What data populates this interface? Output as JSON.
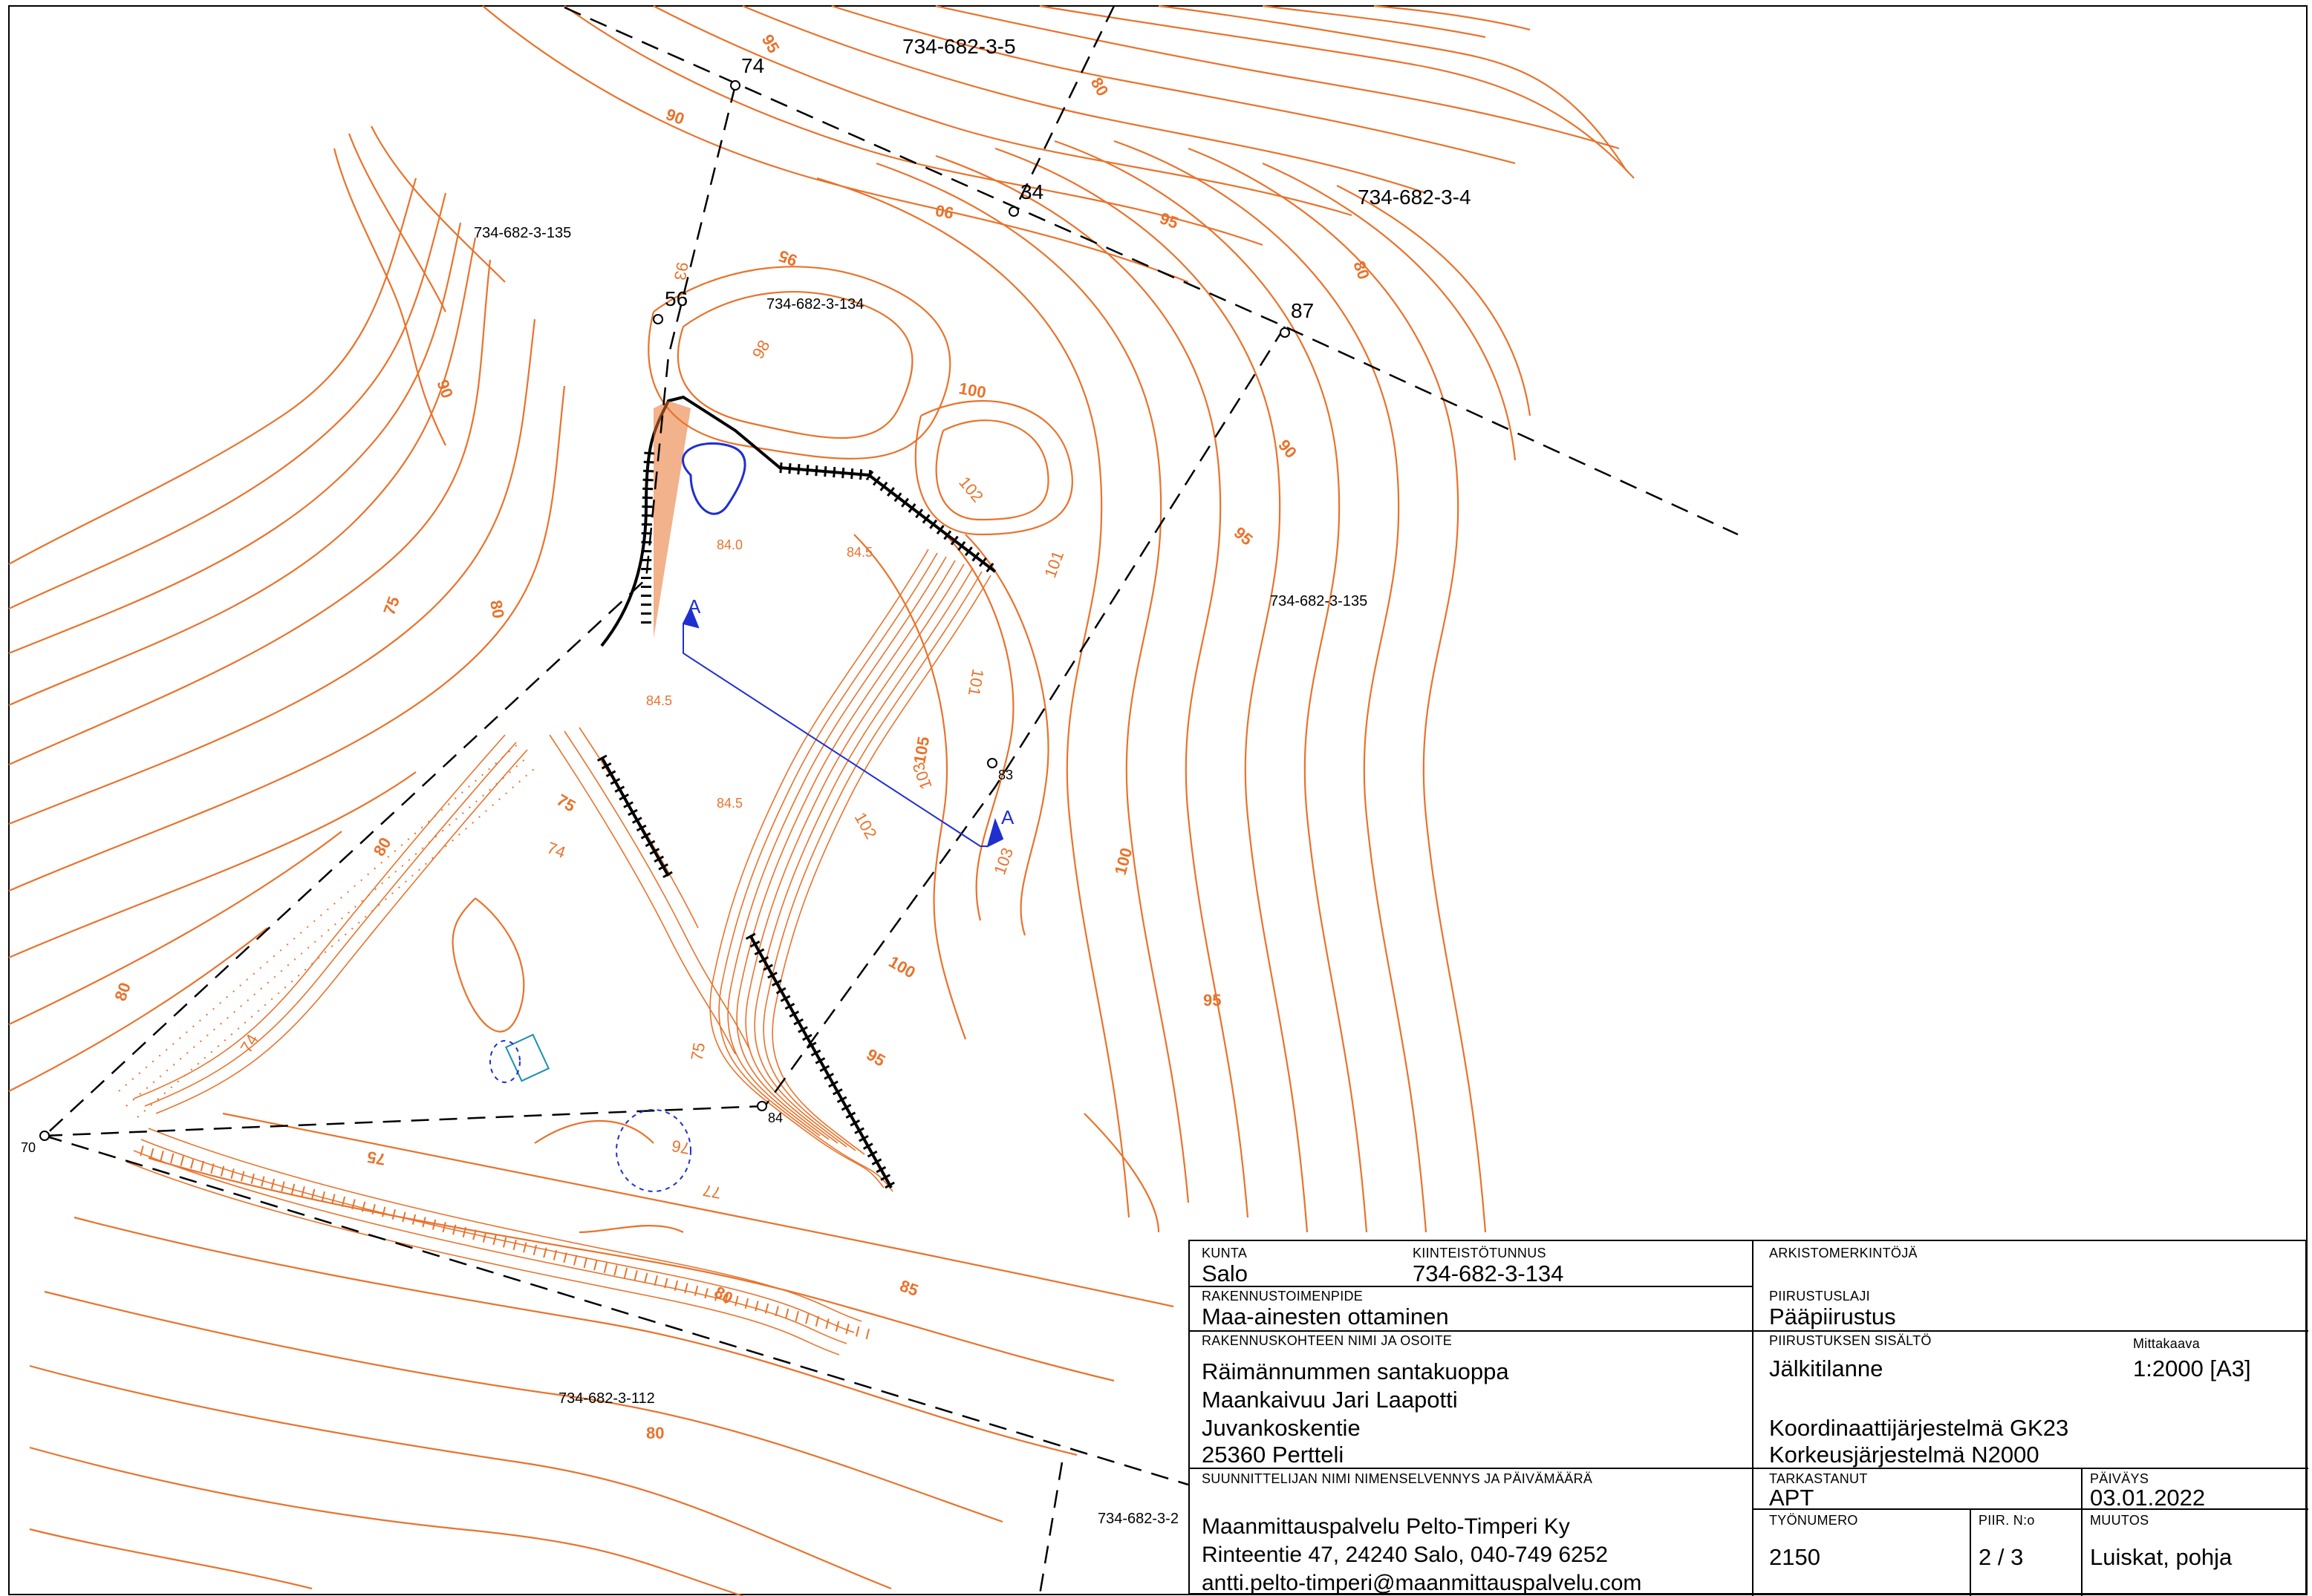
{
  "map": {
    "parcels": [
      "734-682-3-5",
      "734-682-3-4",
      "734-682-3-135",
      "734-682-3-134",
      "734-682-3-135",
      "734-682-3-112",
      "734-682-3-2"
    ],
    "points": [
      "74",
      "34",
      "56",
      "87",
      "83",
      "84",
      "70"
    ],
    "contour_labels": [
      "95",
      "90",
      "80",
      "90",
      "95",
      "80",
      "95",
      "100",
      "102",
      "101",
      "90",
      "95",
      "90",
      "75",
      "80",
      "80",
      "101",
      "103",
      "105",
      "102",
      "103",
      "100",
      "100",
      "95",
      "95",
      "75",
      "74",
      "80",
      "74",
      "75",
      "75",
      "76",
      "77",
      "85",
      "80",
      "80",
      "93",
      "98"
    ],
    "spot_heights": [
      "84.0",
      "84.5",
      "84.5",
      "84.5"
    ],
    "section_marker": "A",
    "colors": {
      "contour": "#e8732c",
      "boundary": "#000000",
      "section": "#1f2fd0",
      "building": "#1a8fb0"
    }
  },
  "titleblock": {
    "kunta_label": "KUNTA",
    "kunta": "Salo",
    "tunnus_label": "KIINTEISTÖTUNNUS",
    "tunnus": "734-682-3-134",
    "arkisto_label": "ARKISTOMERKINTÖJÄ",
    "toimenpide_label": "RAKENNUSTOIMENPIDE",
    "toimenpide": "Maa-ainesten ottaminen",
    "laji_label": "PIIRUSTUSLAJI",
    "laji": "Pääpiirustus",
    "kohde_label": "RAKENNUSKOHTEEN NIMI JA OSOITE",
    "kohde_lines": [
      "Räimännummen santakuoppa",
      "Maankaivuu Jari Laapotti",
      "Juvankoskentie",
      "25360 Pertteli"
    ],
    "sisalto_label": "PIIRUSTUKSEN SISÄLTÖ",
    "sisalto": "Jälkitilanne",
    "mittakaava_label": "Mittakaava",
    "mittakaava": "1:2000  [A3]",
    "koord": "Koordinaattijärjestelmä GK23",
    "korkeus": "Korkeusjärjestelmä N2000",
    "suunnittelija_label": "SUUNNITTELIJAN  NIMI NIMENSELVENNYS JA PÄIVÄMÄÄRÄ",
    "suunnittelija_lines": [
      "Maanmittauspalvelu Pelto-Timperi Ky",
      "Rinteentie 47,   24240 Salo,   040-749 6252",
      "antti.pelto-timperi@maanmittauspalvelu.com"
    ],
    "tarkastanut_label": "TARKASTANUT",
    "tarkastanut": "APT",
    "paivays_label": "PÄIVÄYS",
    "paivays": "03.01.2022",
    "tyonumero_label": "TYÖNUMERO",
    "tyonumero": "2150",
    "piir_label": "PIIR. N:o",
    "piir": "2 / 3",
    "muutos_label": "MUUTOS",
    "muutos": "Luiskat, pohja"
  }
}
